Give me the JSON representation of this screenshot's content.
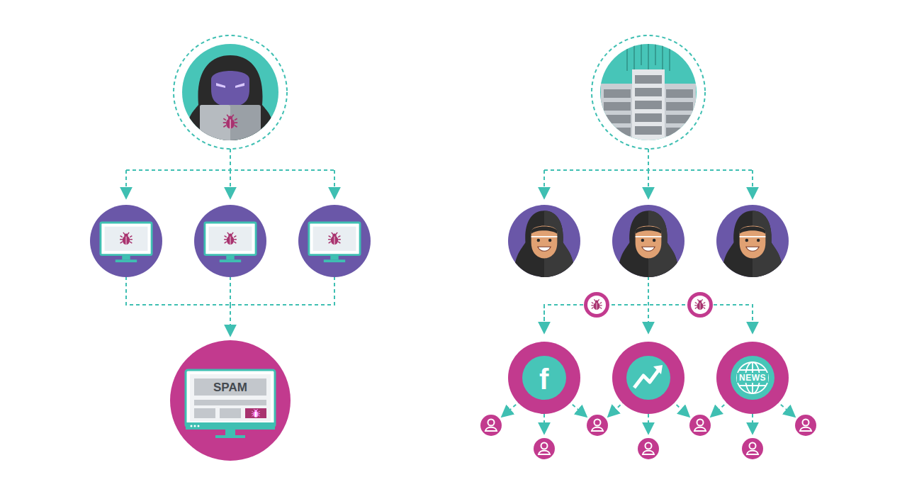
{
  "diagram": {
    "nodes": [
      {
        "text": [
          "SPAM"
        ]
      },
      {
        "text": [
          "f"
        ]
      },
      {
        "text": [
          "NEWS"
        ]
      }
    ]
  }
}
